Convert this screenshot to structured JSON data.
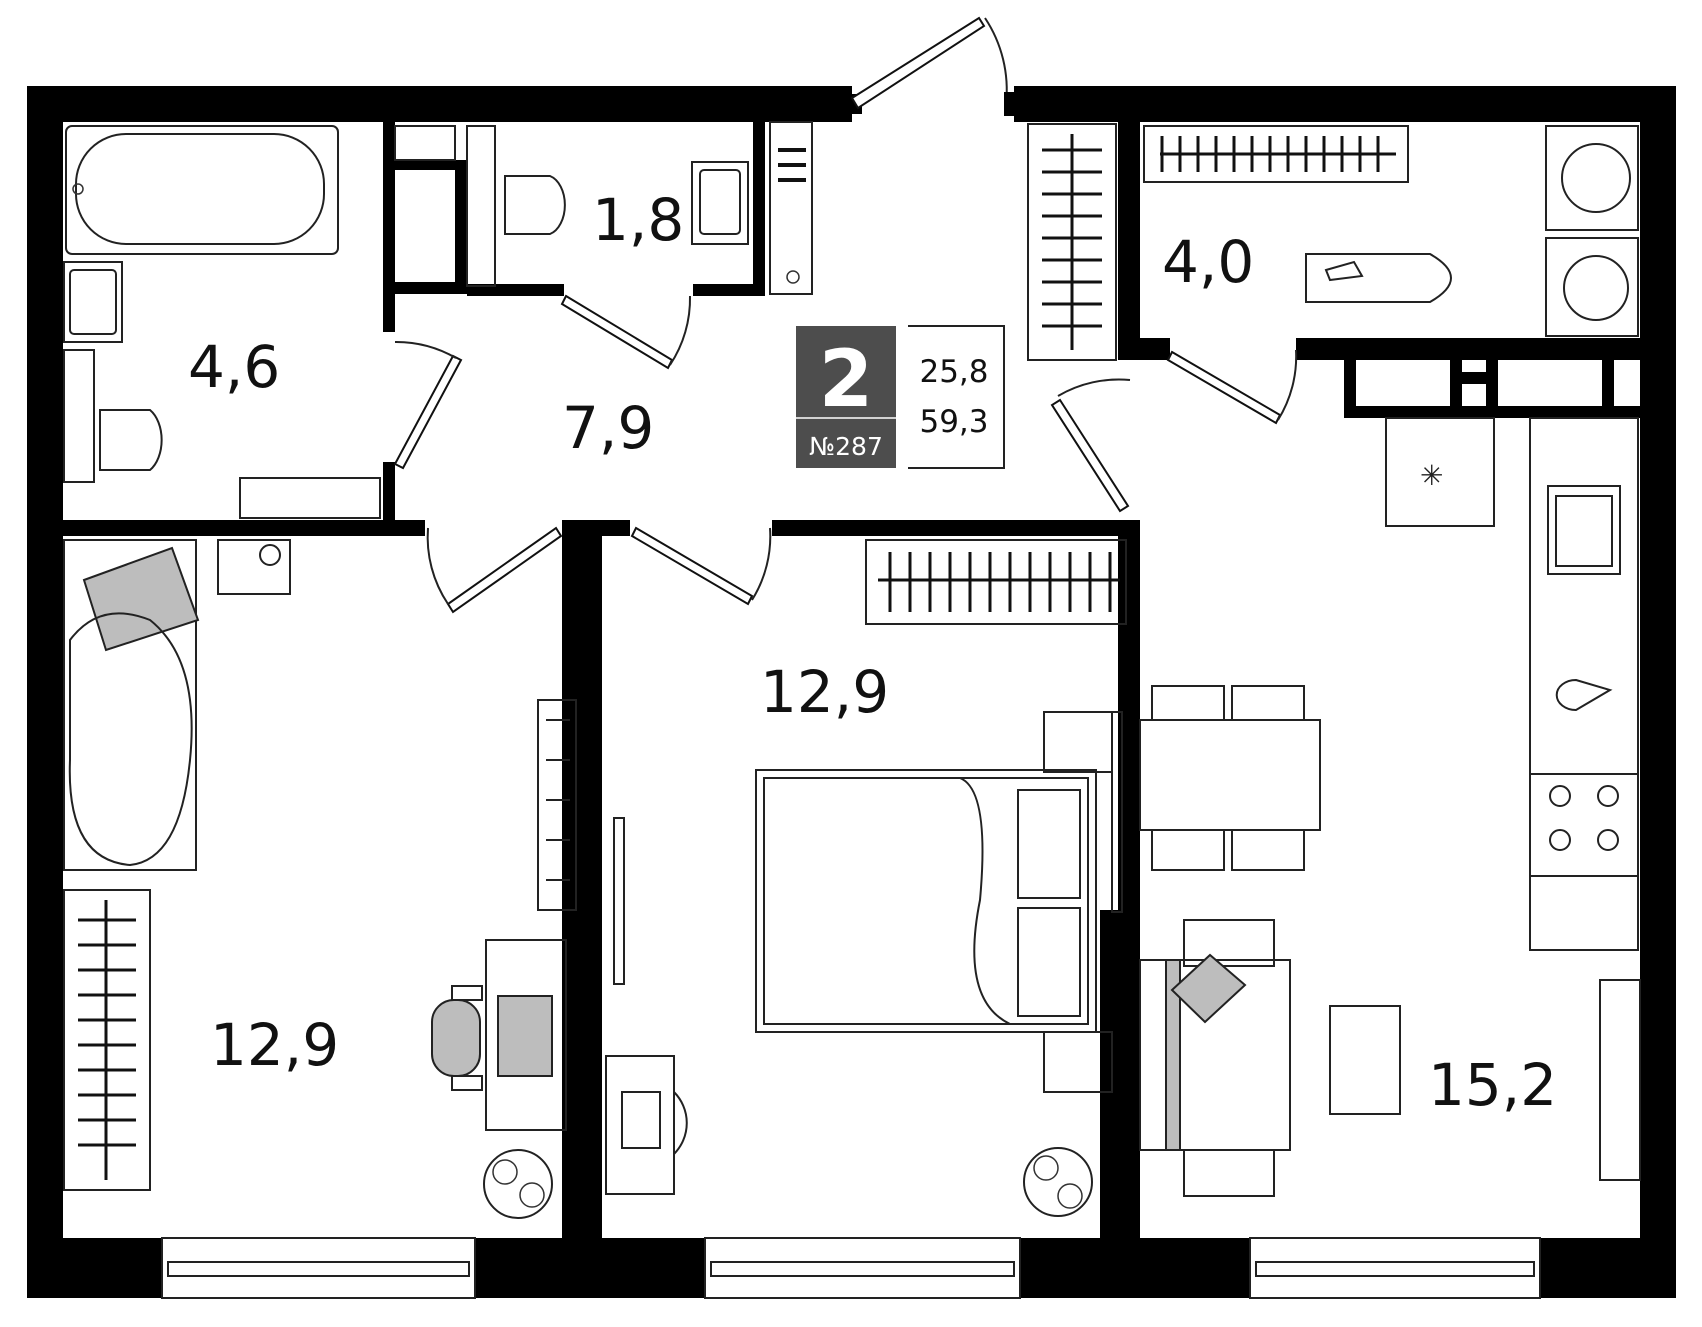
{
  "apartment": {
    "rooms_count": "2",
    "number": "№287",
    "living_area": "25,8",
    "total_area": "59,3",
    "badge_color": "#4d4d4d"
  },
  "rooms": {
    "bathroom": "4,6",
    "wc": "1,8",
    "hall": "7,9",
    "storage": "4,0",
    "bedroom_left": "12,9",
    "bedroom_middle": "12,9",
    "kitchen_living": "15,2"
  },
  "colors": {
    "walls": "#000000",
    "furniture_fill": "#bdbdbd"
  }
}
